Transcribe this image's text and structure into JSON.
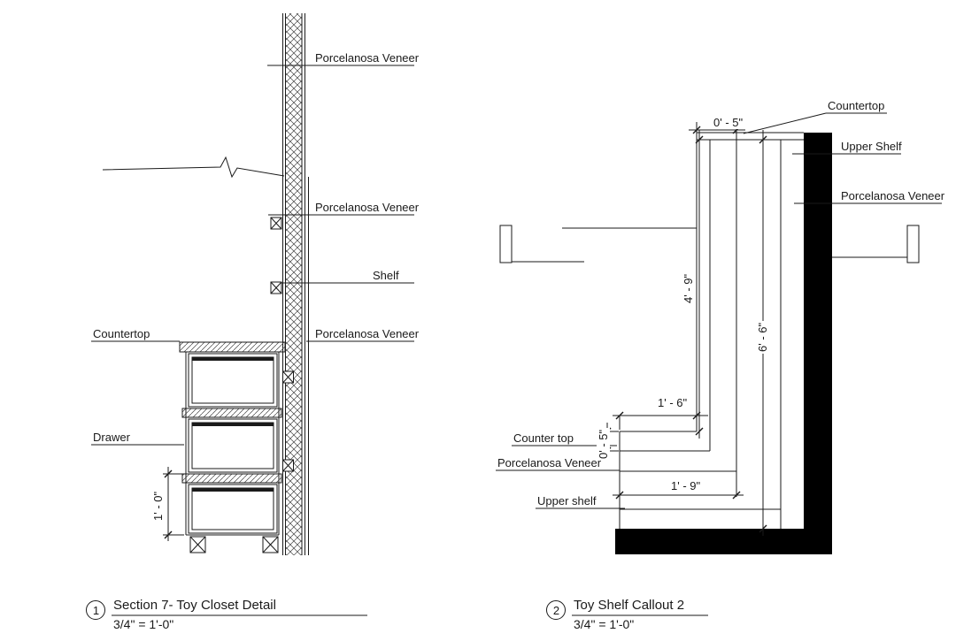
{
  "drawings": {
    "section7": {
      "callouts": {
        "veneer_top": "Porcelanosa Veneer",
        "veneer_mid": "Porcelanosa Veneer",
        "shelf": "Shelf",
        "countertop": "Countertop",
        "veneer_lower": "Porcelanosa Veneer",
        "drawer": "Drawer"
      },
      "dimensions": {
        "drawer_height": "1' - 0\""
      },
      "title": {
        "number": "1",
        "name": "Section 7- Toy Closet Detail",
        "scale": "3/4\" = 1'-0\""
      }
    },
    "toyshelf": {
      "callouts": {
        "countertop": "Countertop",
        "upper_shelf": "Upper Shelf",
        "veneer_right": "Porcelanosa Veneer",
        "counter_top": "Counter top",
        "veneer_left": "Porcelanosa Veneer",
        "upper_shelf_left": "Upper shelf"
      },
      "dimensions": {
        "top_overhang": "0' - 5\"",
        "counter_to_shelf": "4' - 9\"",
        "total_height": "6' - 6\"",
        "counter_depth": "1' - 6\"",
        "counter_thickness": "0' - 5\"",
        "shelf_depth": "1' - 9\""
      },
      "title": {
        "number": "2",
        "name": "Toy Shelf Callout 2",
        "scale": "3/4\" = 1'-0\""
      }
    }
  }
}
